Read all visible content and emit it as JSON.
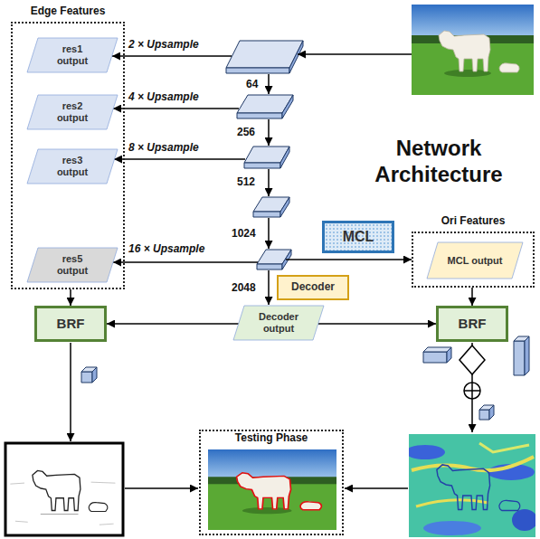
{
  "diagram": {
    "title": "Network Architecture",
    "nodes": [
      {
        "text": [
          "Edge Features"
        ]
      },
      {
        "text": [
          "res1 output"
        ],
        "in": 0
      },
      {
        "text": [
          "res2 output"
        ],
        "in": 0
      },
      {
        "text": [
          "res3 output"
        ],
        "in": 0
      },
      {
        "text": [
          "res5 output"
        ],
        "in": 0
      },
      {
        "text": [
          "MCL"
        ]
      },
      {
        "text": [
          "Ori Features"
        ]
      },
      {
        "text": [
          "MCL output"
        ],
        "in": 6
      },
      {
        "text": [
          "Decoder"
        ]
      },
      {
        "text": [
          "Decoder output"
        ]
      },
      {
        "text": [
          "BRF"
        ]
      },
      {
        "text": [
          "BRF"
        ]
      },
      {
        "text": [
          "Testing Phase"
        ]
      }
    ],
    "edges": [
      {
        "from": 0,
        "to": 10,
        "arrow": "to"
      },
      {
        "from": 9,
        "to": 10,
        "arrow": "to"
      },
      {
        "from": 9,
        "to": 11,
        "arrow": "to"
      },
      {
        "from": 6,
        "to": 11,
        "arrow": "to"
      }
    ],
    "labels": [
      "2 × Upsample",
      "64",
      "4 × Upsample",
      "256",
      "8 × Upsample",
      "512",
      "1024",
      "16 × Upsample",
      "2048"
    ]
  }
}
